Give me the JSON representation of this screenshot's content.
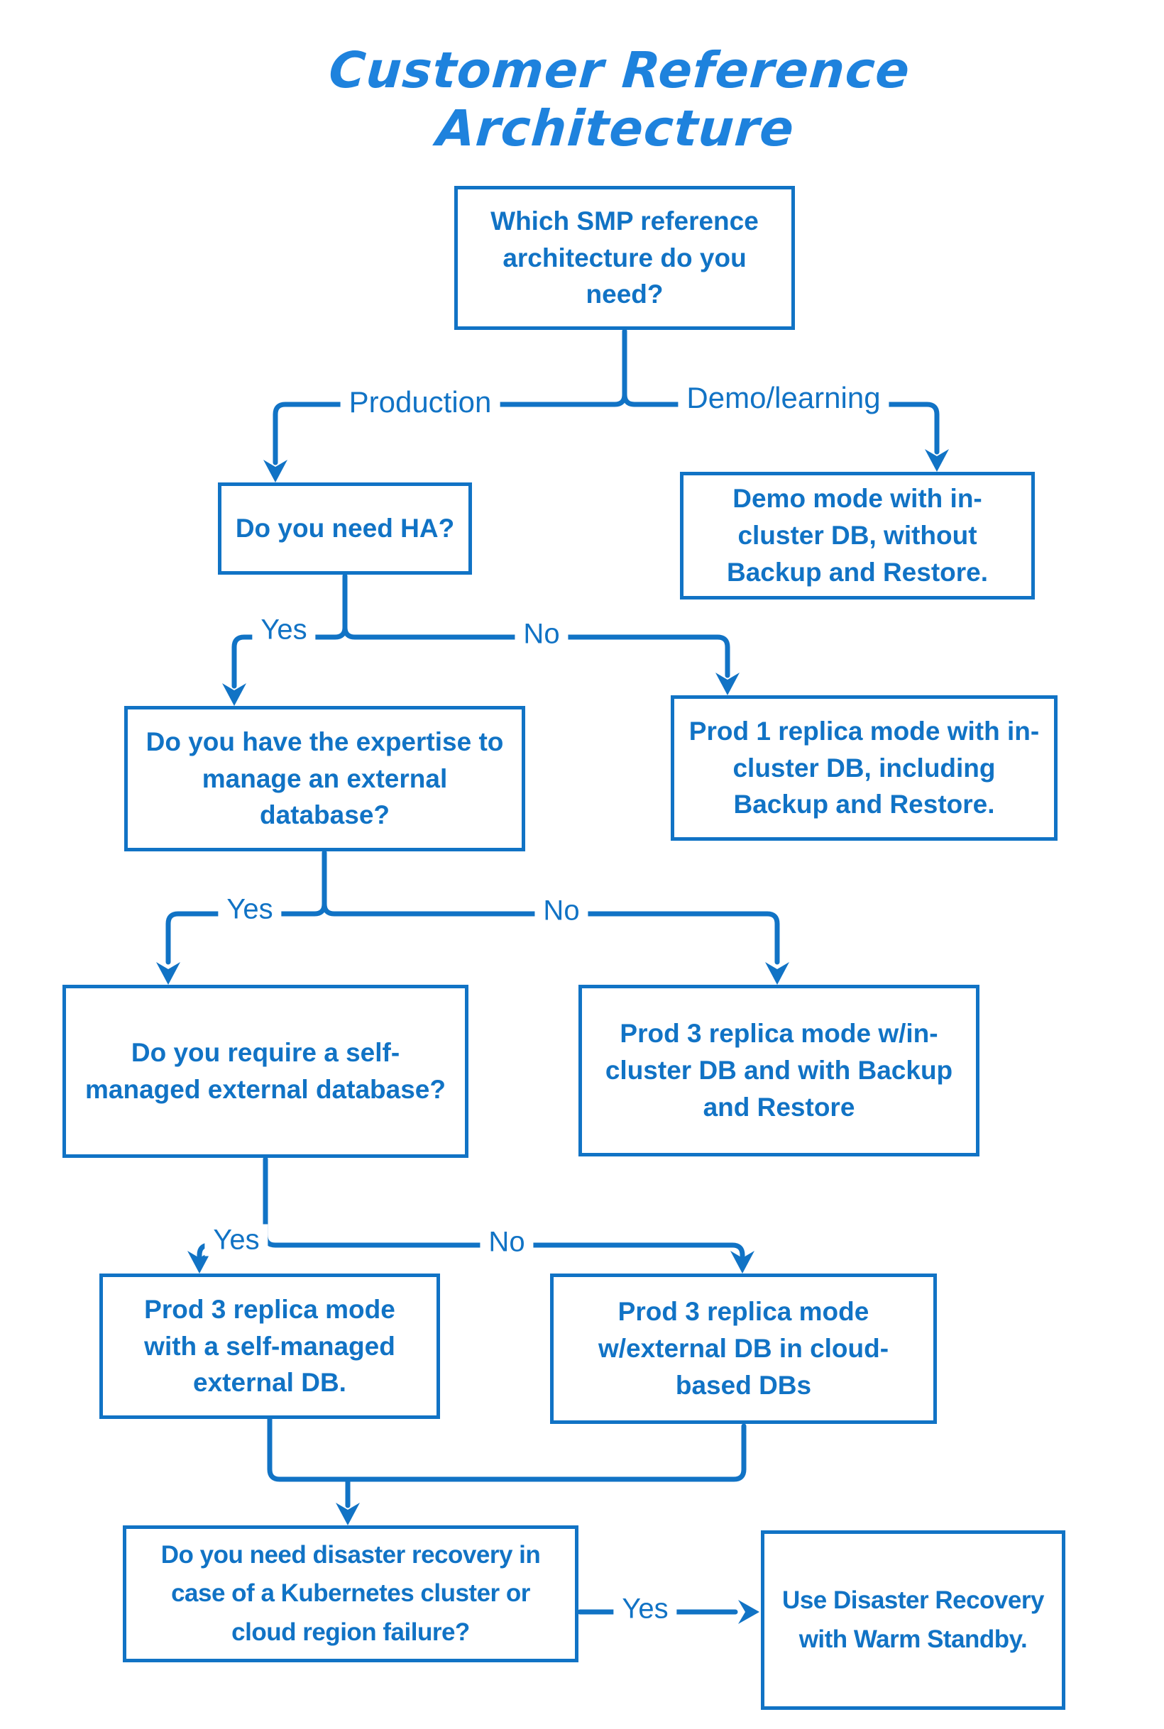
{
  "title": "Customer Reference Architecture",
  "colors": {
    "line_and_text": "#1173c5",
    "title": "#1e82dd",
    "background": "#ffffff"
  },
  "nodes": {
    "which_smp": "Which SMP reference architecture do you need?",
    "need_ha": "Do you need HA?",
    "demo_mode": "Demo mode with in-cluster DB, without Backup and Restore.",
    "expertise": "Do you have the expertise to manage an external database?",
    "prod1_replica": "Prod 1 replica mode with in-cluster DB, including Backup and Restore.",
    "self_managed_q": "Do you require a self-managed external database?",
    "prod3_incluster": "Prod 3 replica mode w/in-cluster DB and with Backup and Restore",
    "prod3_self_managed": "Prod 3 replica mode with a self-managed external DB.",
    "prod3_cloud": "Prod 3 replica mode w/external DB in cloud-based DBs",
    "dr_question": "Do you need disaster recovery in case of a Kubernetes cluster or cloud region failure?",
    "use_dr": "Use Disaster Recovery with Warm Standby."
  },
  "edge_labels": {
    "production": "Production",
    "demo_learning": "Demo/learning",
    "yes": "Yes",
    "no": "No"
  },
  "edges": [
    {
      "from": "which_smp",
      "label": "Production",
      "to": "need_ha"
    },
    {
      "from": "which_smp",
      "label": "Demo/learning",
      "to": "demo_mode"
    },
    {
      "from": "need_ha",
      "label": "Yes",
      "to": "expertise"
    },
    {
      "from": "need_ha",
      "label": "No",
      "to": "prod1_replica"
    },
    {
      "from": "expertise",
      "label": "Yes",
      "to": "self_managed_q"
    },
    {
      "from": "expertise",
      "label": "No",
      "to": "prod3_incluster"
    },
    {
      "from": "self_managed_q",
      "label": "Yes",
      "to": "prod3_self_managed"
    },
    {
      "from": "self_managed_q",
      "label": "No",
      "to": "prod3_cloud"
    },
    {
      "from": "prod3_self_managed",
      "label": "",
      "to": "dr_question"
    },
    {
      "from": "prod3_cloud",
      "label": "",
      "to": "dr_question"
    },
    {
      "from": "dr_question",
      "label": "Yes",
      "to": "use_dr"
    }
  ]
}
